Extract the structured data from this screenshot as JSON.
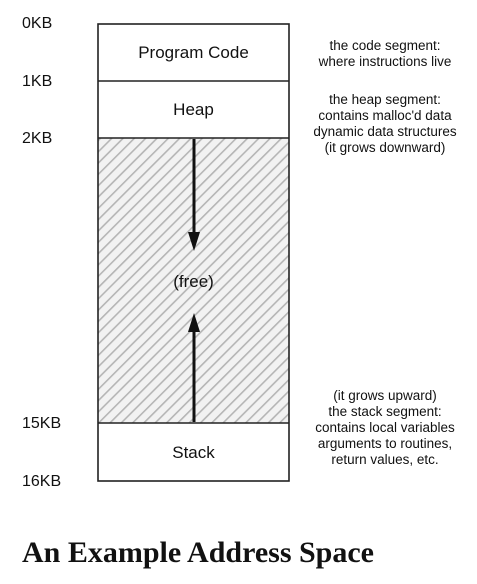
{
  "address_space": {
    "offsets": [
      "0KB",
      "1KB",
      "2KB",
      "15KB",
      "16KB"
    ],
    "segments": {
      "code": "Program Code",
      "heap": "Heap",
      "free": "(free)",
      "stack": "Stack"
    },
    "annotations": {
      "code": [
        "the code segment:",
        "where instructions live"
      ],
      "heap": [
        "the heap segment:",
        "contains malloc'd data",
        "dynamic data structures",
        "(it grows downward)"
      ],
      "stack": [
        "(it grows upward)",
        "the stack segment:",
        "contains local variables",
        "arguments to routines,",
        "return values, etc."
      ]
    }
  },
  "caption": "An Example Address Space"
}
